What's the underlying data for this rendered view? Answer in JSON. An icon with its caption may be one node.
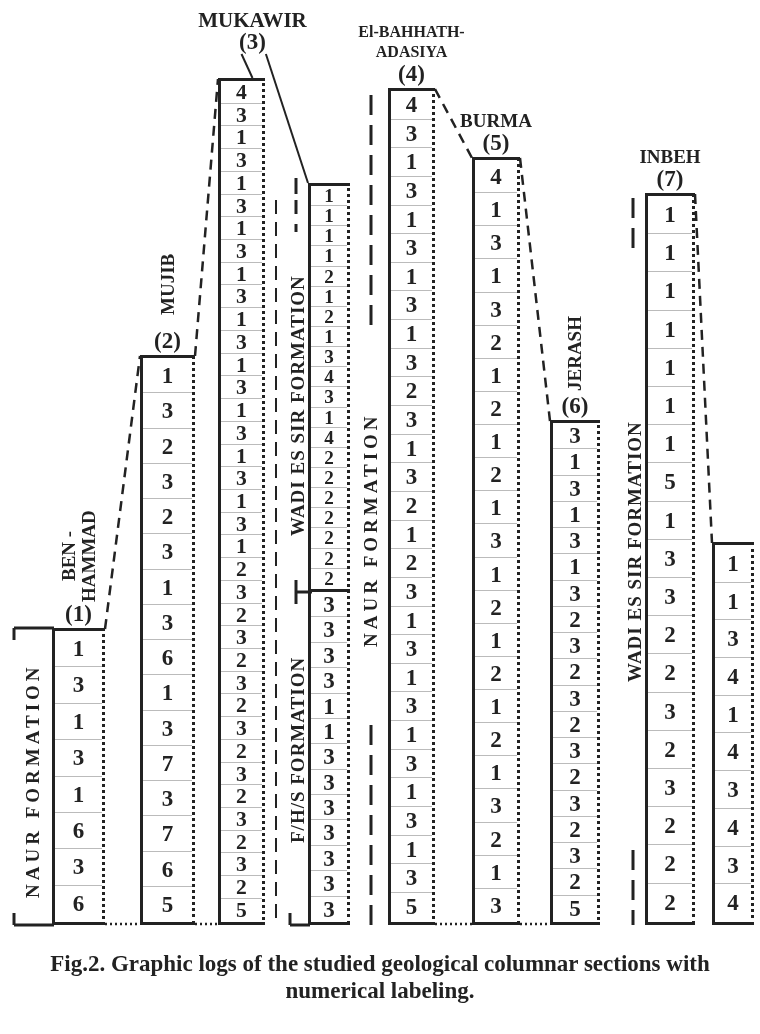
{
  "diagram": {
    "caption": "Fig.2. Graphic logs of the studied geological columnar sections with numerical labeling.",
    "nodes": [
      {
        "text": [
          "BEN - HAMMAD",
          "(1)",
          "1",
          "3",
          "1",
          "3",
          "1",
          "6",
          "3",
          "6"
        ]
      },
      {
        "text": [
          "MUJIB",
          "(2)",
          "1",
          "3",
          "2",
          "3",
          "2",
          "3",
          "1",
          "3",
          "6",
          "1",
          "3",
          "7",
          "3",
          "7",
          "6",
          "5"
        ]
      },
      {
        "text": [
          "MUKAWIR",
          "(3)"
        ]
      },
      {
        "text": [
          "4",
          "3",
          "1",
          "3",
          "1",
          "3",
          "1",
          "3",
          "1",
          "3",
          "1",
          "3",
          "1",
          "3",
          "1",
          "3",
          "1",
          "3",
          "1",
          "3",
          "1",
          "2",
          "3",
          "2",
          "3",
          "2",
          "3",
          "2",
          "3",
          "2",
          "3",
          "2",
          "3",
          "2",
          "3",
          "2",
          "5"
        ]
      },
      {
        "text": [
          "1",
          "1",
          "1",
          "1",
          "2",
          "1",
          "2",
          "1",
          "3",
          "4",
          "3",
          "1",
          "4",
          "2",
          "2",
          "2",
          "2",
          "2",
          "2",
          "2"
        ]
      },
      {
        "text": [
          "3",
          "3",
          "3",
          "3",
          "1",
          "1",
          "3",
          "3",
          "3",
          "3",
          "3",
          "3",
          "3"
        ]
      },
      {
        "text": [
          "El-BAHHATH- ADASIYA",
          "(4)",
          "4",
          "3",
          "1",
          "3",
          "1",
          "3",
          "1",
          "3",
          "1",
          "3",
          "2",
          "3",
          "1",
          "3",
          "2",
          "1",
          "2",
          "3",
          "1",
          "3",
          "1",
          "3",
          "1",
          "3",
          "1",
          "3",
          "1",
          "3",
          "5"
        ]
      },
      {
        "text": [
          "BURMA",
          "(5)",
          "4",
          "1",
          "3",
          "1",
          "3",
          "2",
          "1",
          "2",
          "1",
          "2",
          "1",
          "3",
          "1",
          "2",
          "1",
          "2",
          "1",
          "2",
          "1",
          "3",
          "2",
          "1",
          "3"
        ]
      },
      {
        "text": [
          "JERASH",
          "(6)",
          "3",
          "1",
          "3",
          "1",
          "3",
          "1",
          "3",
          "2",
          "3",
          "2",
          "3",
          "2",
          "3",
          "2",
          "3",
          "2",
          "3",
          "2",
          "5"
        ]
      },
      {
        "text": [
          "INBEH",
          "(7)",
          "1",
          "1",
          "1",
          "1",
          "1",
          "1",
          "1",
          "5",
          "1",
          "3",
          "3",
          "2",
          "2",
          "3",
          "2",
          "3",
          "2",
          "2",
          "2"
        ]
      },
      {
        "text": [
          "1",
          "1",
          "3",
          "4",
          "1",
          "4",
          "3",
          "4",
          "3",
          "4"
        ]
      }
    ],
    "edges": [
      {
        "from": 0,
        "to": 1,
        "arrow": "none",
        "style": "dashed"
      },
      {
        "from": 1,
        "to": 3,
        "arrow": "none",
        "style": "dashed"
      },
      {
        "from": 2,
        "to": 3,
        "arrow": "none"
      },
      {
        "from": 2,
        "to": 4,
        "arrow": "none"
      },
      {
        "from": 6,
        "to": 7,
        "arrow": "none",
        "style": "dashed"
      },
      {
        "from": 7,
        "to": 8,
        "arrow": "none",
        "style": "dashed"
      },
      {
        "from": 9,
        "to": 10,
        "arrow": "none",
        "style": "dashed"
      },
      {
        "from": 0,
        "to": 1,
        "arrow": "none",
        "style": "dashed"
      },
      {
        "from": 1,
        "to": 3,
        "arrow": "none",
        "style": "dashed"
      },
      {
        "from": 6,
        "to": 7,
        "arrow": "none",
        "style": "dashed"
      },
      {
        "from": 7,
        "to": 8,
        "arrow": "none",
        "style": "dashed"
      }
    ],
    "labels": [
      "NAUR FORMATION",
      "WADI ES SIR FORMATION",
      "F/H/S FORMATION",
      "NAUR FORMATION",
      "WADI ES SIR FORMATION"
    ]
  }
}
